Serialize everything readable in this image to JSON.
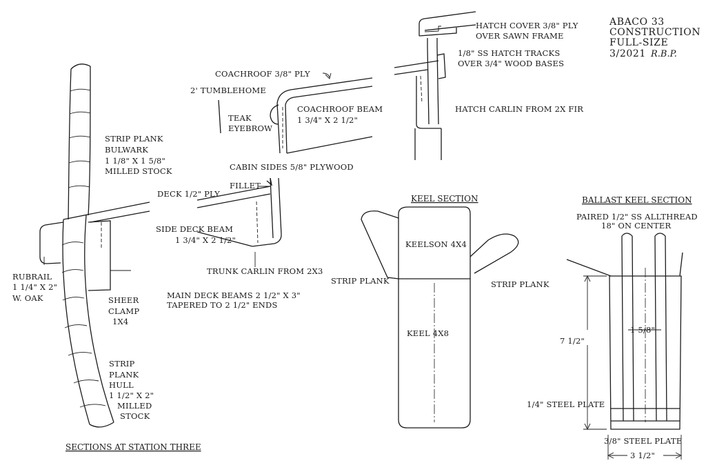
{
  "title_block": {
    "line1": "ABACO 33",
    "line2": "CONSTRUCTION",
    "line3": "FULL-SIZE",
    "date": "3/2021",
    "signature": "R.B.P."
  },
  "station_section": {
    "caption": "SECTIONS AT STATION THREE",
    "labels": {
      "bulwark_1": "STRIP PLANK",
      "bulwark_2": "BULWARK",
      "bulwark_3": "1 1/8\" X 1 5/8\"",
      "bulwark_4": "MILLED STOCK",
      "rubrail_1": "RUBRAIL",
      "rubrail_2": "1 1/4\" X 2\"",
      "rubrail_3": "W. OAK",
      "sheer_1": "SHEER",
      "sheer_2": "CLAMP",
      "sheer_3": "1X4",
      "hull_1": "STRIP",
      "hull_2": "PLANK",
      "hull_3": "HULL",
      "hull_4": "1 1/2\" X 2\"",
      "hull_5": "MILLED",
      "hull_6": "STOCK"
    }
  },
  "cabin_section": {
    "labels": {
      "coachroof": "COACHROOF 3/8\" PLY",
      "tumblehome": "2' TUMBLEHOME",
      "eyebrow_1": "TEAK",
      "eyebrow_2": "EYEBROW",
      "beam_1": "COACHROOF BEAM",
      "beam_2": "1 3/4\" X 2 1/2\"",
      "cabin_sides": "CABIN SIDES 5/8\" PLYWOOD",
      "fillet": "FILLET",
      "deck": "DECK 1/2\" PLY",
      "side_beam_1": "SIDE DECK BEAM",
      "side_beam_2": "1 3/4\" X 2 1/2\"",
      "trunk": "TRUNK CARLIN FROM 2X3",
      "main_beams_1": "MAIN DECK BEAMS 2 1/2\" X 3\"",
      "main_beams_2": "TAPERED TO 2 1/2\" ENDS"
    }
  },
  "hatch_section": {
    "labels": {
      "cover_1": "HATCH COVER 3/8\" PLY",
      "cover_2": "OVER SAWN FRAME",
      "tracks_1": "1/8\" SS HATCH TRACKS",
      "tracks_2": "OVER 3/4\" WOOD BASES",
      "carlin": "HATCH CARLIN FROM 2X FIR"
    }
  },
  "keel_section": {
    "heading": "KEEL SECTION",
    "keelson": "KEELSON 4X4",
    "keel": "KEEL   4X8",
    "strip_left": "STRIP PLANK",
    "strip_right": "STRIP PLANK"
  },
  "ballast_section": {
    "heading": "BALLAST KEEL SECTION",
    "allthread_1": "PAIRED 1/2\" SS ALLTHREAD",
    "allthread_2": "18\" ON CENTER",
    "height": "7 1/2\"",
    "inner_width": "1 5/8\"",
    "plate_top": "1/4\" STEEL PLATE",
    "plate_bottom": "3/8\" STEEL PLATE",
    "width": "3 1/2\""
  }
}
